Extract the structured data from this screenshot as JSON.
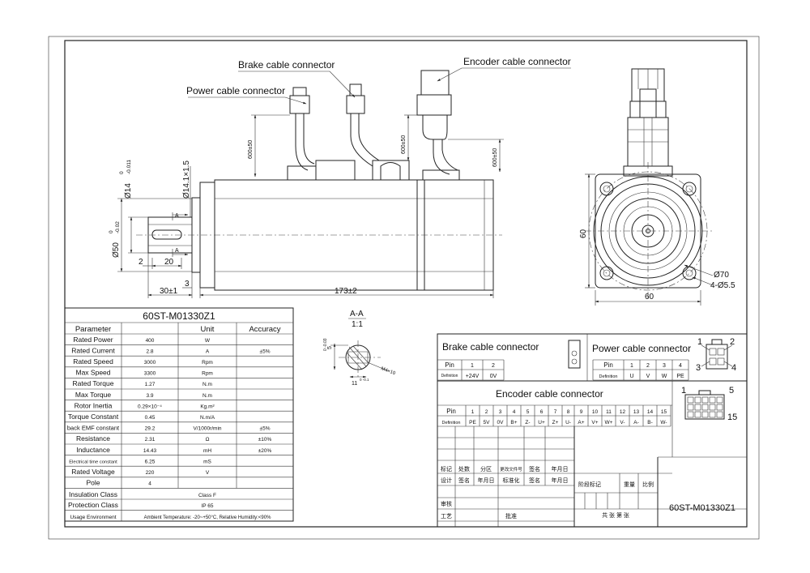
{
  "labels": {
    "power_connector": "Power cable connector",
    "brake_connector": "Brake cable connector",
    "encoder_connector": "Encoder cable connector"
  },
  "dims": {
    "shaft_dia": "Ø14",
    "shaft_tol_top": "0",
    "shaft_tol_bot": "-0.011",
    "thread": "Ø14.1×1.5",
    "pilot_dia": "Ø50",
    "pilot_tol_top": "0",
    "pilot_tol_bot": "-0.02",
    "key_len": "20",
    "key_offset": "2",
    "shaft_len": "30±1",
    "flange_th": "3",
    "body_len": "173±2",
    "cable1": "600±50",
    "cable2": "600±50",
    "cable3": "600±50",
    "sq_h": "60",
    "sq_w": "60",
    "pcd": "Ø70",
    "holes": "4-Ø5.5",
    "sec_a": "A",
    "sec_title": "A-A",
    "sec_scale": "1:1",
    "sec_key_h": "5",
    "sec_key_tol": "0 -0.03",
    "sec_w": "11",
    "sec_w_tol": "0 -0.1",
    "sec_m": "M4×10"
  },
  "spec_table": {
    "model": "60ST-M01330Z1",
    "headers": [
      "Parameter",
      "",
      "Unit",
      "Accuracy"
    ],
    "rows": [
      [
        "Rated Power",
        "400",
        "W",
        ""
      ],
      [
        "Rated Current",
        "2.8",
        "A",
        "±5%"
      ],
      [
        "Rated Speed",
        "3000",
        "Rpm",
        ""
      ],
      [
        "Max Speed",
        "3300",
        "Rpm",
        ""
      ],
      [
        "Rated Torque",
        "1.27",
        "N.m",
        ""
      ],
      [
        "Max Torque",
        "3.9",
        "N.m",
        ""
      ],
      [
        "Rotor Inertia",
        "0.29×10⁻⁴",
        "Kg.m²",
        ""
      ],
      [
        "Torque Constant",
        "0.45",
        "N.m/A",
        ""
      ],
      [
        "back EMF constant",
        "29.2",
        "V/1000r/min",
        "±5%"
      ],
      [
        "Resistance",
        "2.31",
        "Ω",
        "±10%"
      ],
      [
        "Inductance",
        "14.43",
        "mH",
        "±20%"
      ],
      [
        "Electrical time constant",
        "6.25",
        "mS",
        ""
      ],
      [
        "Rated Voltage",
        "220",
        "V",
        ""
      ],
      [
        "Pole",
        "4",
        "",
        ""
      ]
    ],
    "insulation": {
      "label": "Insulation Class",
      "value": "Class F"
    },
    "protection": {
      "label": "Protection Class",
      "value": "IP 65"
    },
    "environment": {
      "label": "Usage Environment",
      "value": "Ambient Temperature: -20~+50°C, Relative Humidity:<90%"
    }
  },
  "brake_table": {
    "title": "Brake cable connector",
    "pin_label": "Pin",
    "def_label": "Definition",
    "pins": [
      "1",
      "2"
    ],
    "defs": [
      "+24V",
      "0V"
    ]
  },
  "power_table": {
    "title": "Power cable connector",
    "pin_label": "Pin",
    "def_label": "Definition",
    "pins": [
      "1",
      "2",
      "3",
      "4"
    ],
    "defs": [
      "U",
      "V",
      "W",
      "PE"
    ],
    "conn_nums": [
      "1",
      "2",
      "3",
      "4"
    ]
  },
  "encoder_table": {
    "title": "Encoder cable connector",
    "pin_label": "Pin",
    "def_label": "Definition",
    "pins": [
      "1",
      "2",
      "3",
      "4",
      "5",
      "6",
      "7",
      "8",
      "9",
      "10",
      "11",
      "12",
      "13",
      "14",
      "15"
    ],
    "defs": [
      "PE",
      "5V",
      "0V",
      "B+",
      "Z-",
      "U+",
      "Z+",
      "U-",
      "A+",
      "V+",
      "W+",
      "V-",
      "A-",
      "B-",
      "W-"
    ],
    "conn_nums": [
      "1",
      "5",
      "15"
    ]
  },
  "title_block": {
    "row1": [
      "标记",
      "处数",
      "分区",
      "更改文件号",
      "签名",
      "年月日"
    ],
    "row2": [
      "设计",
      "签名",
      "年月日",
      "标准化",
      "签名",
      "年月日"
    ],
    "stage": "阶段标记",
    "weight": "重量",
    "scale": "比例",
    "review": "审核",
    "process": "工艺",
    "approve": "批准",
    "sheets": "共    张      第    张",
    "drawing_no": "60ST-M01330Z1"
  }
}
